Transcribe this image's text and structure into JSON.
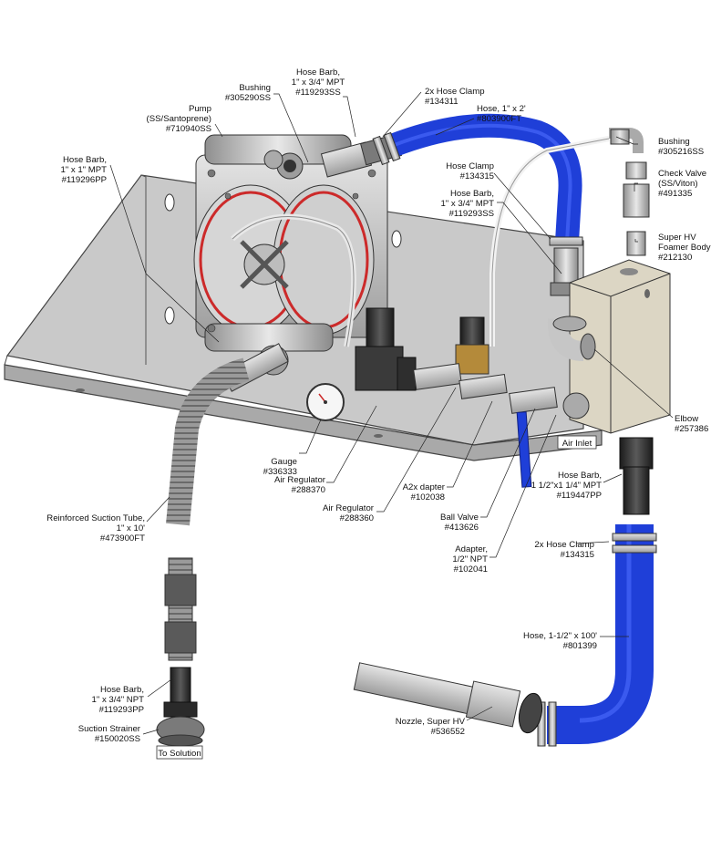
{
  "colors": {
    "hose_blue": "#1f3fd8",
    "panel_steel": "#b9b9b9",
    "gasket_red": "#cc2a2a",
    "foamer_body": "#dcd6c4"
  },
  "tags": {
    "air_inlet": "Air Inlet",
    "to_solution": "To Solution"
  },
  "labels": {
    "hose_barb_top": [
      "Hose Barb,",
      "1\" x 3/4\" MPT",
      "#119293SS"
    ],
    "bushing_top": [
      "Bushing",
      "#305290SS"
    ],
    "pump": [
      "Pump",
      "(SS/Santoprene)",
      "#710940SS"
    ],
    "hose_barb_left": [
      "Hose Barb,",
      "1\" x 1\" MPT",
      "#119296PP"
    ],
    "hose_clamp_2x_top": [
      "2x Hose Clamp",
      "#134311"
    ],
    "hose_top": [
      "Hose, 1\" x 2'",
      "#803900FT"
    ],
    "hose_clamp": [
      "Hose Clamp",
      "#134315"
    ],
    "hose_barb_right": [
      "Hose Barb,",
      "1\" x 3/4\" MPT",
      "#119293SS"
    ],
    "bushing_right": [
      "Bushing",
      "#305216SS"
    ],
    "check_valve": [
      "Check Valve",
      "(SS/Viton)",
      "#491335"
    ],
    "foamer_body": [
      "Super HV",
      "Foamer Body",
      "#212130"
    ],
    "elbow": [
      "Elbow",
      "#257386"
    ],
    "hose_barb_lower": [
      "Hose Barb,",
      "1 1/2\"x1 1/4\" MPT",
      "#119447PP"
    ],
    "hose_clamp_2x_low": [
      "2x Hose Clamp",
      "#134315"
    ],
    "hose_long": [
      "Hose, 1-1/2\" x 100'",
      "#801399"
    ],
    "nozzle": [
      "Nozzle, Super HV",
      "#536552"
    ],
    "gauge": [
      "Gauge",
      "#336333"
    ],
    "air_regulator_1": [
      "Air Regulator",
      "#288370"
    ],
    "air_regulator_2": [
      "Air Regulator",
      "#288360"
    ],
    "adapter_a2": [
      "A2x dapter",
      "#102038"
    ],
    "ball_valve": [
      "Ball Valve",
      "#413626"
    ],
    "adapter_npt": [
      "Adapter,",
      "1/2\" NPT",
      "#102041"
    ],
    "suction_tube": [
      "Reinforced Suction Tube,",
      "1\" x 10'",
      "#473900FT"
    ],
    "hose_barb_suction": [
      "Hose Barb,",
      "1\" x 3/4\" NPT",
      "#119293PP"
    ],
    "suction_strainer": [
      "Suction Strainer",
      "#150020SS"
    ]
  }
}
